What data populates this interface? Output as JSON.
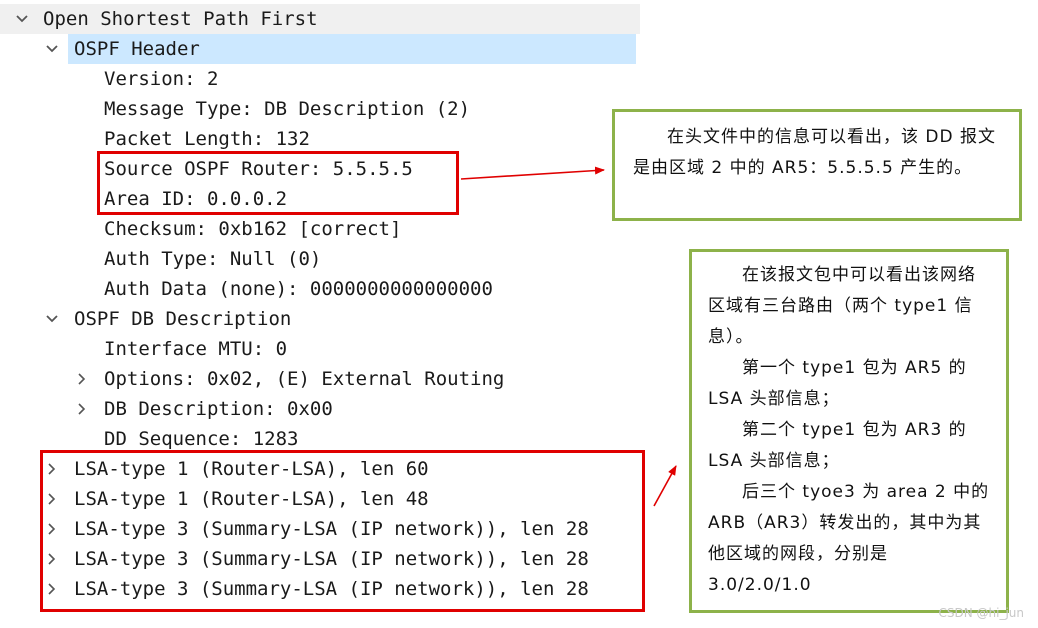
{
  "tree": {
    "rows": [
      {
        "label": "Open Shortest Path First",
        "expander": "expanded"
      },
      {
        "label": "OSPF Header",
        "expander": "expanded"
      },
      {
        "label": "Version: 2",
        "expander": "none"
      },
      {
        "label": "Message Type: DB Description (2)",
        "expander": "none"
      },
      {
        "label": "Packet Length: 132",
        "expander": "none"
      },
      {
        "label": "Source OSPF Router: 5.5.5.5",
        "expander": "none"
      },
      {
        "label": "Area ID: 0.0.0.2",
        "expander": "none"
      },
      {
        "label": "Checksum: 0xb162 [correct]",
        "expander": "none"
      },
      {
        "label": "Auth Type: Null (0)",
        "expander": "none"
      },
      {
        "label": "Auth Data (none): 0000000000000000",
        "expander": "none"
      },
      {
        "label": "OSPF DB Description",
        "expander": "expanded"
      },
      {
        "label": "Interface MTU: 0",
        "expander": "none"
      },
      {
        "label": "Options: 0x02, (E) External Routing",
        "expander": "collapsed"
      },
      {
        "label": "DB Description: 0x00",
        "expander": "collapsed"
      },
      {
        "label": "DD Sequence: 1283",
        "expander": "none"
      },
      {
        "label": "LSA-type 1 (Router-LSA), len 60",
        "expander": "collapsed"
      },
      {
        "label": "LSA-type 1 (Router-LSA), len 48",
        "expander": "collapsed"
      },
      {
        "label": "LSA-type 3 (Summary-LSA (IP network)), len 28",
        "expander": "collapsed"
      },
      {
        "label": "LSA-type 3 (Summary-LSA (IP network)), len 28",
        "expander": "collapsed"
      },
      {
        "label": "LSA-type 3 (Summary-LSA (IP network)), len 28",
        "expander": "collapsed"
      }
    ]
  },
  "notes": {
    "note1": {
      "text": "在头文件中的信息可以看出，该 DD 报文是由区域 2 中的 AR5：5.5.5.5 产生的。"
    },
    "note2": {
      "p1": "在该报文包中可以看出该网络区域有三台路由（两个 type1 信息）。",
      "p2": "第一个 type1 包为 AR5 的 LSA 头部信息；",
      "p3": "第二个 type1 包为 AR3 的 LSA 头部信息；",
      "p4": "后三个 tyoe3 为 area 2 中的 ARB（AR3）转发出的，其中为其他区域的网段，分别是 3.0/2.0/1.0"
    }
  },
  "watermark": "CSDN @hi_jun",
  "colors": {
    "highlight_box": "#e00000",
    "note_border": "#8db24a",
    "selection": "#cce8ff"
  }
}
